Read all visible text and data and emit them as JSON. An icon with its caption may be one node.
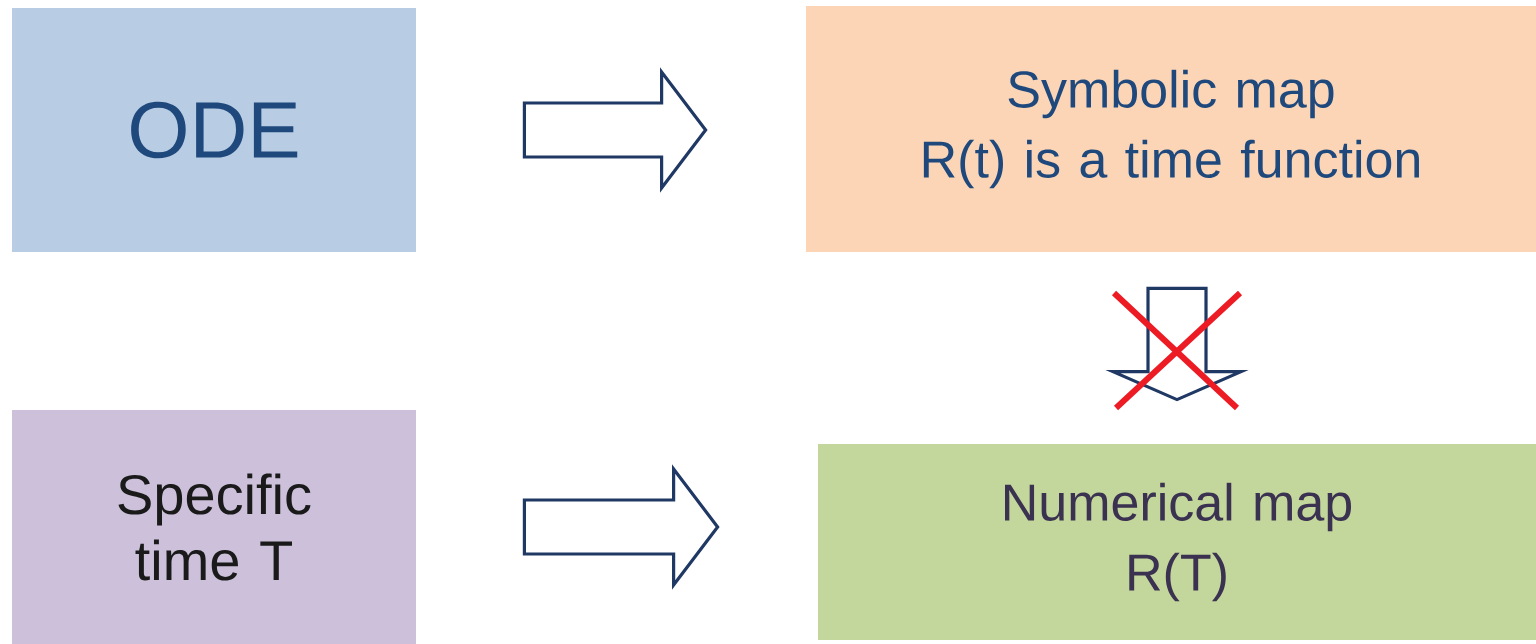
{
  "diagram": {
    "nodes": [
      {
        "text": [
          "ODE"
        ]
      },
      {
        "text": [
          "Symbolic map",
          "R(t) is a time function"
        ]
      },
      {
        "text": [
          "Specific time T"
        ]
      },
      {
        "text": [
          "Numerical map",
          "R(T)"
        ]
      }
    ],
    "edges": [
      {
        "from": 0,
        "to": 1,
        "arrow": "to"
      },
      {
        "from": 1,
        "to": 3,
        "arrow": "to"
      },
      {
        "from": 2,
        "to": 3,
        "arrow": "to"
      }
    ]
  }
}
